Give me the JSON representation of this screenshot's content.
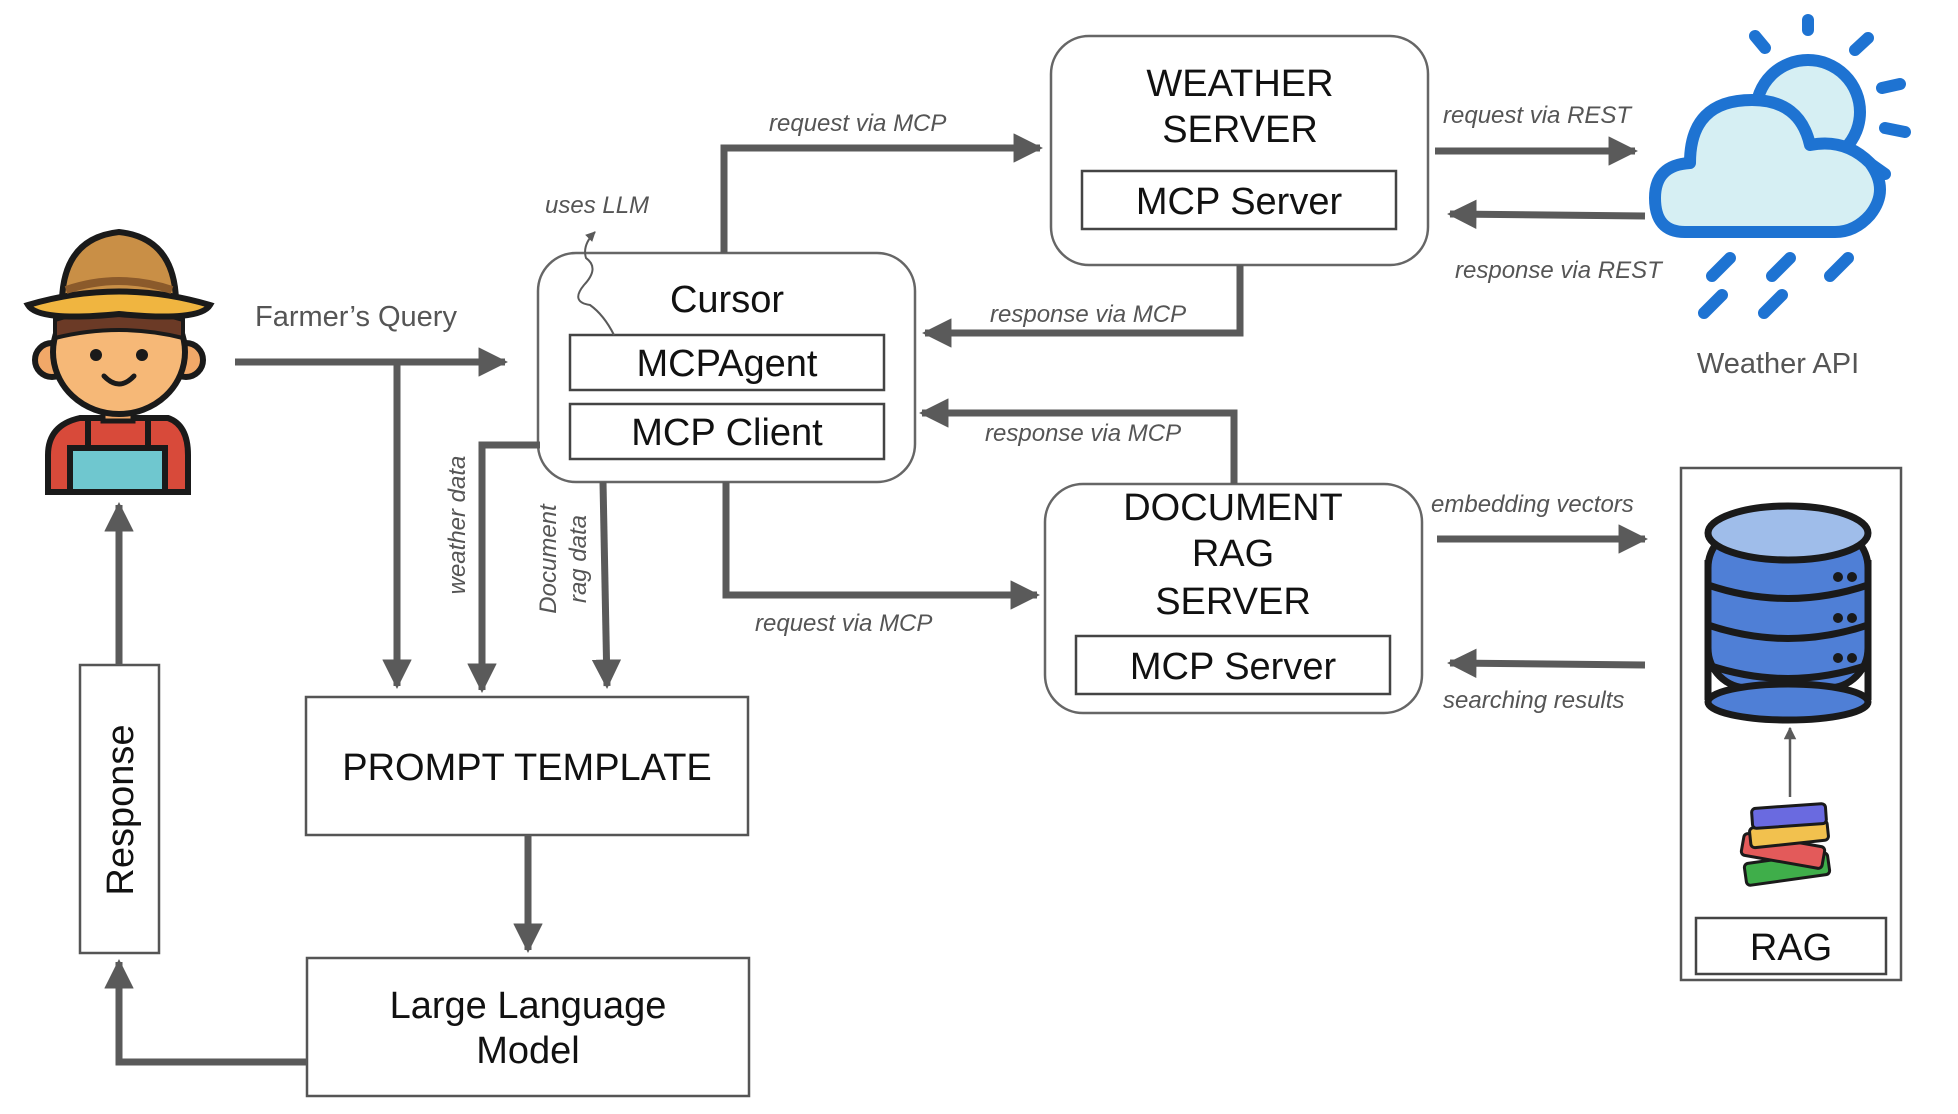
{
  "nodes": {
    "cursor": {
      "title": "Cursor",
      "agent": "MCPAgent",
      "client": "MCP Client"
    },
    "weather_server": {
      "title_line1": "WEATHER",
      "title_line2": "SERVER",
      "sub": "MCP Server"
    },
    "document_server": {
      "title_line1": "DOCUMENT",
      "title_line2": "RAG",
      "title_line3": "SERVER",
      "sub": "MCP Server"
    },
    "prompt_template": {
      "title": "PROMPT TEMPLATE"
    },
    "llm": {
      "title_line1": "Large Language",
      "title_line2": "Model"
    },
    "response": {
      "title": "Response"
    },
    "weather_api": {
      "title": "Weather API"
    },
    "rag_store": {
      "title": "RAG"
    }
  },
  "edges": {
    "farmer_query": "Farmer’s Query",
    "uses_llm": "uses LLM",
    "request_weather": "request via MCP",
    "response_weather": "response via MCP",
    "request_rest": "request via REST",
    "response_rest": "response via REST",
    "response_document": "response via MCP",
    "request_document": "request via MCP",
    "embedding_vectors": "embedding vectors",
    "searching_results": "searching results",
    "weather_data": "weather data",
    "document_rag_line1": "Document",
    "document_rag_line2": "rag data"
  },
  "colors": {
    "arrow": "#5a5a5a",
    "cloud_blue": "#1e73d2",
    "cloud_fill": "#d6eff3",
    "db_blue": "#4f7fd6",
    "db_top": "#9fbdea"
  },
  "icons": {
    "farmer": "farmer-icon",
    "weather": "cloud-sun-rain-icon",
    "database": "database-icon",
    "books": "books-icon"
  }
}
